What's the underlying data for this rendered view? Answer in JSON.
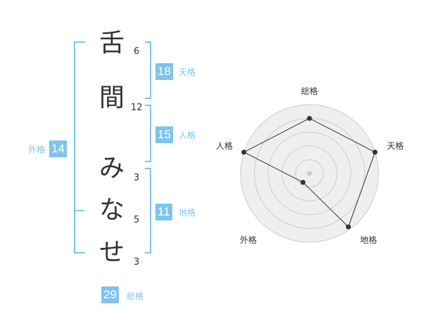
{
  "name": {
    "chars": [
      "舌",
      "間",
      "み",
      "な",
      "せ"
    ],
    "strokes": [
      "6",
      "12",
      "3",
      "5",
      "3"
    ]
  },
  "kakusu": {
    "tenkaku": {
      "value": "18",
      "label": "天格"
    },
    "jinkaku": {
      "value": "15",
      "label": "人格"
    },
    "chikaku": {
      "value": "11",
      "label": "地格"
    },
    "gaikaku": {
      "value": "14",
      "label": "外格"
    },
    "soukaku": {
      "value": "29",
      "label": "総格"
    }
  },
  "radar": {
    "axes": [
      "総格",
      "天格",
      "地格",
      "外格",
      "人格"
    ],
    "values": [
      0.8,
      1.0,
      0.96,
      0.16,
      1.0
    ],
    "colors": {
      "ring": "#cccccc",
      "fill": "#efefef",
      "line": "#333333",
      "point": "#333333",
      "center": "#cccccc"
    }
  },
  "colors": {
    "accent": "#7fc4ee",
    "text": "#333333"
  }
}
